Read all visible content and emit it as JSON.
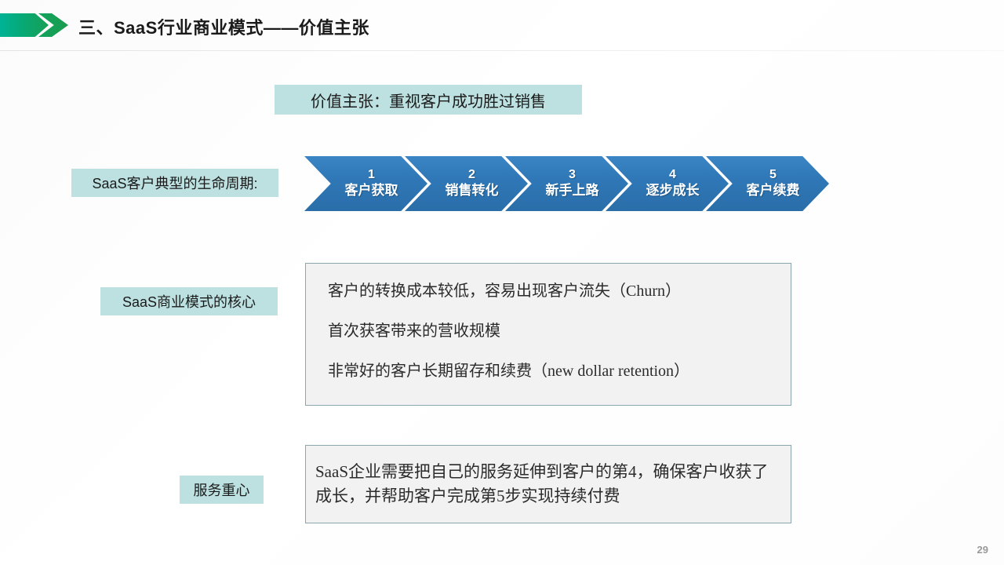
{
  "slide": {
    "title": "三、SaaS行业商业模式——价值主张",
    "page_number": "29",
    "accent_green_start": "#00b396",
    "accent_green_end": "#16a054",
    "chip_background": "#bde0e0",
    "process_blue": "#2f77b6",
    "box_border": "#8ba6ac",
    "box_background": "#f2f2f2"
  },
  "value_banner": {
    "text": "价值主张：重视客户成功胜过销售"
  },
  "lifecycle": {
    "label": "SaaS客户典型的生命周期:",
    "steps": [
      {
        "number": "1",
        "label": "客户获取"
      },
      {
        "number": "2",
        "label": "销售转化"
      },
      {
        "number": "3",
        "label": "新手上路"
      },
      {
        "number": "4",
        "label": "逐步成长"
      },
      {
        "number": "5",
        "label": "客户续费"
      }
    ]
  },
  "core_model": {
    "label": "SaaS商业模式的核心",
    "lines": [
      "客户的转换成本较低，容易出现客户流失（Churn）",
      "首次获客带来的营收规模",
      "非常好的客户长期留存和续费（new dollar retention）"
    ]
  },
  "service_focus": {
    "label": "服务重心",
    "text": "SaaS企业需要把自己的服务延伸到客户的第4，确保客户收获了成长，并帮助客户完成第5步实现持续付费"
  }
}
